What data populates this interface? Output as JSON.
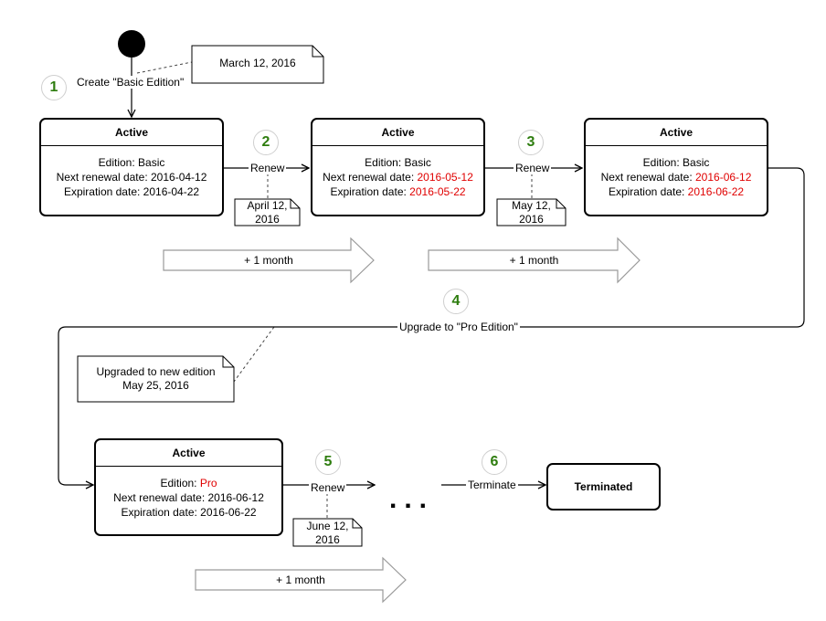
{
  "states": [
    {
      "title": "Active",
      "edition_label": "Edition:",
      "edition": "Basic",
      "renewal_label": "Next renewal date:",
      "renewal": "2016-04-12",
      "expiration_label": "Expiration date:",
      "expiration": "2016-04-22"
    },
    {
      "title": "Active",
      "edition_label": "Edition:",
      "edition": "Basic",
      "renewal_label": "Next renewal date:",
      "renewal": "2016-05-12",
      "expiration_label": "Expiration date:",
      "expiration": "2016-05-22"
    },
    {
      "title": "Active",
      "edition_label": "Edition:",
      "edition": "Basic",
      "renewal_label": "Next renewal date:",
      "renewal": "2016-06-12",
      "expiration_label": "Expiration date:",
      "expiration": "2016-06-22"
    },
    {
      "title": "Active",
      "edition_label": "Edition:",
      "edition": "Pro",
      "renewal_label": "Next renewal date:",
      "renewal": "2016-06-12",
      "expiration_label": "Expiration date:",
      "expiration": "2016-06-22"
    }
  ],
  "terminated": "Terminated",
  "transitions": {
    "create": "Create \"Basic Edition\"",
    "renew1": "Renew",
    "renew2": "Renew",
    "upgrade": "Upgrade to \"Pro Edition\"",
    "renew3": "Renew",
    "terminate": "Terminate"
  },
  "notes": {
    "n1": "March 12, 2016",
    "n2_line1": "April 12,",
    "n2_line2": "2016",
    "n3_line1": "May 12,",
    "n3_line2": "2016",
    "n4_line1": "Upgraded to new edition",
    "n4_line2": "May 25, 2016",
    "n5_line1": "June 12,",
    "n5_line2": "2016"
  },
  "badges": [
    "1",
    "2",
    "3",
    "4",
    "5",
    "6"
  ],
  "period_arrows": [
    "+ 1 month",
    "+ 1 month",
    "+ 1 month"
  ],
  "ellipsis": "...",
  "colors": {
    "highlight": "#e00000",
    "badge": "#2e7d0f"
  }
}
